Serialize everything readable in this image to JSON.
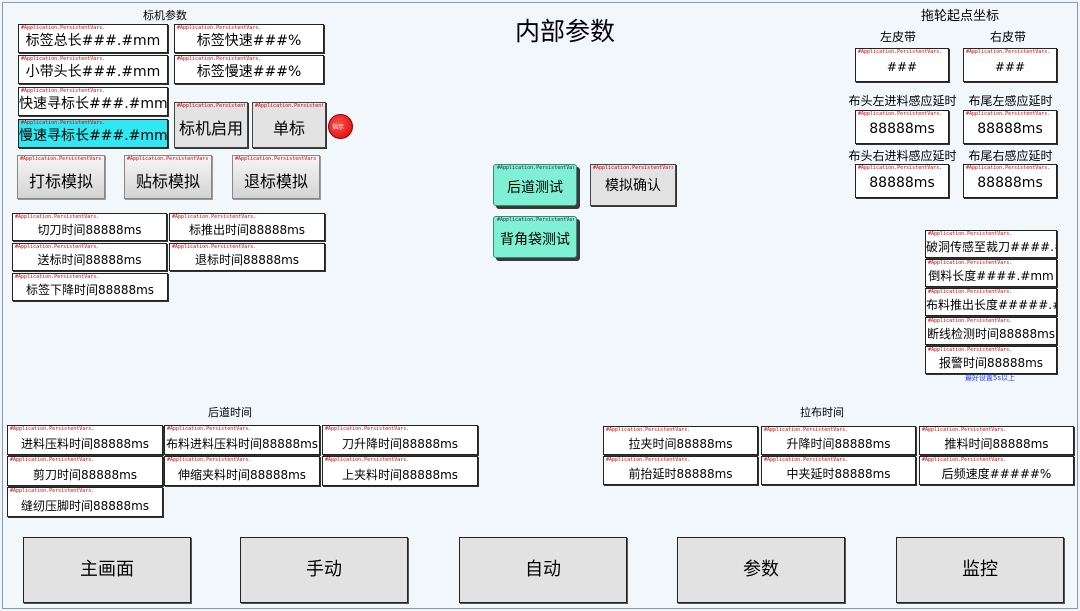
{
  "title": "内部参数",
  "tag_prefix": "#Application.PersistentVars.",
  "sections": {
    "label_params": "标机参数",
    "roller_coords": "拖轮起点坐标",
    "rear_time": "后道时间",
    "cloth_time": "拉布时间"
  },
  "roller": {
    "left_belt": "左皮带",
    "right_belt": "右皮带",
    "left_val": "###",
    "right_val": "###",
    "head_left_label": "布头左进料感应延时",
    "tail_left_label": "布尾左感应延时",
    "head_left_val": "88888ms",
    "tail_left_val": "88888ms",
    "head_right_label": "布头右进料感应延时",
    "tail_right_label": "布尾右感应延时",
    "head_right_val": "88888ms",
    "tail_right_val": "88888ms"
  },
  "label_fields": {
    "total_length": "标签总长###.#mm",
    "fast_speed": "标签快速###%",
    "small_head_length": "小带头长###.#mm",
    "slow_speed": "标签慢速###%",
    "fast_seek": "快速寻标长###.#mm",
    "slow_seek": "慢速寻标长###.#mm"
  },
  "label_buttons": {
    "enable": "标机启用",
    "single": "单标",
    "lamp": "指示"
  },
  "sim_buttons": {
    "print": "打标模拟",
    "paste": "贴标模拟",
    "retract": "退标模拟"
  },
  "timing_fields": {
    "cut": "切刀时间88888ms",
    "push_out": "标推出时间88888ms",
    "feed": "送标时间88888ms",
    "retract": "退标时间88888ms",
    "down": "标签下降时间88888ms"
  },
  "center_buttons": {
    "rear_test": "后道测试",
    "sim_confirm": "模拟确认",
    "back_bag_test": "背角袋测试"
  },
  "right_fields": {
    "hole_sense": "破洞传感至裁刀####.#mm",
    "fold_length": "倒料长度####.#mm",
    "push_length": "布料推出长度#####.#mm",
    "break_detect": "断线检测时间88888ms",
    "alarm_time": "报警时间88888ms",
    "note": "最好设置5s以上"
  },
  "rear_fields": {
    "feed_press": "进料压料时间88888ms",
    "cloth_feed_press": "布料进料压料时间88888ms",
    "knife_down": "刀升降时间88888ms",
    "cut": "剪刀时间88888ms",
    "stretch_clamp": "伸缩夹料时间88888ms",
    "upper_clamp": "上夹料时间88888ms",
    "sew_foot": "缝纫压脚时间88888ms"
  },
  "cloth_fields": {
    "pull_clamp": "拉夹时间88888ms",
    "lift": "升降时间88888ms",
    "push": "推料时间88888ms",
    "front_lift_delay": "前抬延时88888ms",
    "mid_clamp_delay": "中夹延时88888ms",
    "rear_freq_speed": "后频速度#####%"
  },
  "nav": {
    "main": "主画面",
    "manual": "手动",
    "auto": "自动",
    "params": "参数",
    "monitor": "监控"
  },
  "colors": {
    "accent_cyan": "#2fe8f2",
    "mint_button": "#7ff0d4",
    "indicator_red": "#e00000",
    "note_blue": "#1a3dff"
  }
}
